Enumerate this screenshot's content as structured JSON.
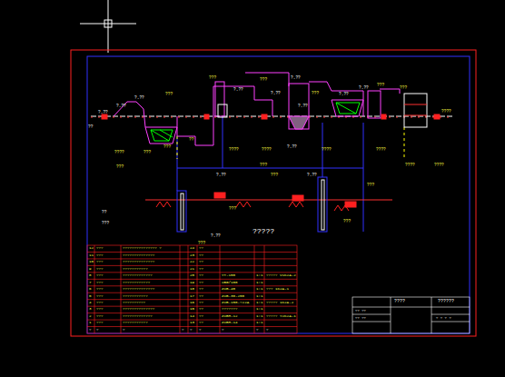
{
  "diagram": {
    "title": "?????",
    "labels": [
      "??",
      "?.??",
      "?.??",
      "?.??",
      "???",
      "??",
      "???",
      "?.??",
      "???",
      "?.??",
      "?.??",
      "?.??",
      "???",
      "?.??",
      "?.??",
      "???",
      "???",
      "????",
      "????",
      "???",
      "???",
      "????",
      "????",
      "?.??",
      "????",
      "????",
      "????",
      "????",
      "???",
      "???",
      "?.??",
      "???",
      "?.??",
      "??",
      "???",
      "???",
      "?.??",
      "???",
      "???",
      "???",
      "12",
      "???",
      "??????????????? ?",
      "24",
      "??",
      "11",
      "???",
      "??????????????",
      "23",
      "??",
      "10",
      "???",
      "??????????????",
      "22",
      "??",
      "9",
      "???",
      "???????????",
      "21",
      "??",
      "8",
      "???",
      "?????????????",
      "20",
      "??",
      "YT-150",
      "1:1",
      "????? V1K2A-2",
      "7",
      "???",
      "????????????",
      "19",
      "??",
      "XBG/100",
      "1:1",
      "6",
      "???",
      "??????????????",
      "18",
      "??",
      "ZXB-40",
      "1:1",
      "??? 1K2A-1",
      "5",
      "???",
      "???????????",
      "17",
      "??",
      "ZXB-30-250",
      "1:1",
      "4",
      "???",
      "??????????",
      "16",
      "??",
      "ZXB-150-?22A",
      "1:1",
      "????? 1K2A-2",
      "3",
      "???",
      "??????????????",
      "15",
      "??",
      "???????",
      "1:1",
      "2",
      "???",
      "?????????????",
      "14",
      "??",
      "ZXBH-12",
      "1:1",
      "????? Y2K2A-1",
      "1",
      "???",
      "???????????",
      "13",
      "??",
      "ZXBH-14",
      "1:1",
      "?",
      "?",
      "?",
      "?",
      "?",
      "?",
      "?",
      "?",
      "?",
      "????",
      "??????",
      "?? ??",
      "?? ??",
      "? ? ? ?"
    ]
  }
}
